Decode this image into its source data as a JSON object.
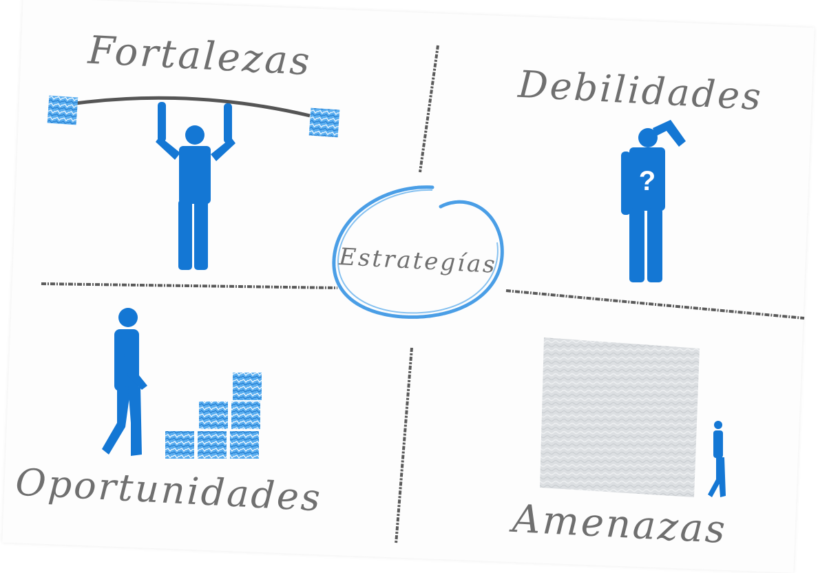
{
  "diagram": {
    "center_label": "Estrategías",
    "quadrants": {
      "top_left": "Fortalezas",
      "top_right": "Debilidades",
      "bottom_left": "Oportunidades",
      "bottom_right": "Amenazas"
    },
    "question_mark": "?",
    "colors": {
      "figure_blue": "#1477d4",
      "text_gray": "#6f6f6f",
      "divider_gray": "#555555",
      "circle_blue": "#4a9ee6",
      "box_gray": "#d9dcdf"
    }
  }
}
